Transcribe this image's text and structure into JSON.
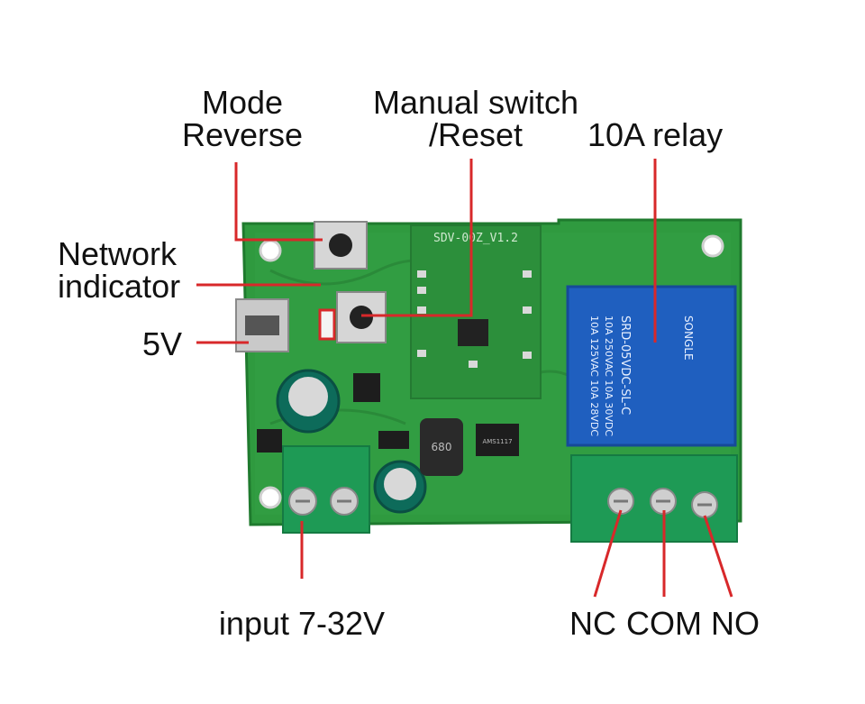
{
  "labels": {
    "mode_reverse": [
      "Mode",
      "Reverse"
    ],
    "manual_switch_reset": [
      "Manual switch",
      "/Reset"
    ],
    "relay": "10A relay",
    "network_indicator": [
      "Network",
      "indicator"
    ],
    "power_5v": "5V",
    "input_voltage": "input 7-32V",
    "nc": "NC",
    "com": "COM",
    "no": "NO"
  },
  "board": {
    "silkscreen_module": "SDV-00Z_V1.2",
    "relay_text": [
      "SRD-05VDC-SL-C",
      "10A 250VAC 10A 30VDC",
      "10A 125VAC 10A 28VDC"
    ],
    "relay_brand": "SONGLE",
    "inductor_mark": "680",
    "regulator_mark": "AMS1117"
  },
  "colors": {
    "pcb_green": "#2f9a3f",
    "terminal_green": "#1e9a55",
    "relay_blue": "#1f5fbf",
    "leader_red": "#d8282a"
  }
}
